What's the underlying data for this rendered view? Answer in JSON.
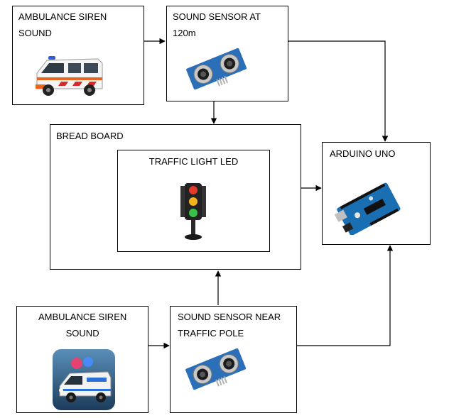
{
  "blocks": {
    "siren_top": {
      "label": "AMBULANCE SIREN\nSOUND",
      "icon": "ambulance-van-icon"
    },
    "sensor_top": {
      "label": "SOUND SENSOR AT\n120m",
      "icon": "ultrasonic-sensor-icon"
    },
    "breadboard": {
      "label": "BREAD BOARD"
    },
    "traffic_led": {
      "label": "TRAFFIC LIGHT LED",
      "icon": "traffic-light-icon"
    },
    "arduino": {
      "label": "ARDUINO UNO",
      "icon": "arduino-board-icon"
    },
    "siren_bottom": {
      "label": "AMBULANCE SIREN\nSOUND",
      "icon": "ambulance-night-icon"
    },
    "sensor_bottom": {
      "label": "SOUND SENSOR NEAR\nTRAFFIC POLE",
      "icon": "ultrasonic-sensor-icon"
    }
  },
  "colors": {
    "line": "#000000",
    "arduino_blue": "#1a6fb3",
    "sensor_blue": "#2a6fb8",
    "ambulance_orange": "#e8651d"
  }
}
